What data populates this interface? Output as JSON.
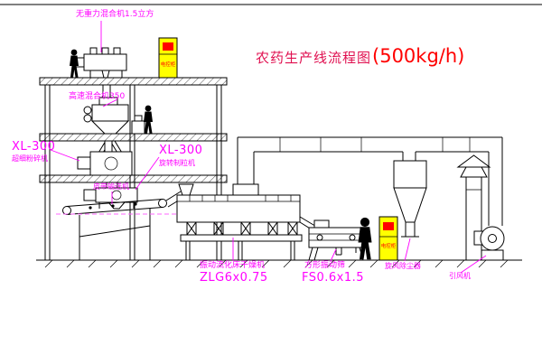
{
  "title": {
    "main": "农药生产线流程图",
    "capacity": "(500kg/h)"
  },
  "labels": {
    "gravity_mixer": "无重力混合机1.5立方",
    "high_speed_mixer": "高速混合机350",
    "pulverizer_model": "XL-300",
    "pulverizer_name": "超细粉碎机",
    "granulator_model": "XL-300",
    "granulator_name": "旋转制粒机",
    "belt_conveyor": "皮带输送机",
    "dryer_name": "振动流化床干燥机",
    "dryer_model": "ZLG6x0.75",
    "sieve_name": "方形振动筛",
    "sieve_model": "FS0.6x1.5",
    "cyclone_name": "旋风除尘器",
    "fan_name": "引风机",
    "cabinet_top": "电控柜",
    "cabinet_right": "电控柜"
  },
  "colors": {
    "label": "#ff00ff",
    "title_main": "#e01050",
    "title_capacity": "#ff0000",
    "line": "#000000",
    "cabinet_fill": "#ffff00",
    "cabinet_text": "#ff0000",
    "dashed_line": "#ff66ff",
    "background": "#ffffff"
  }
}
